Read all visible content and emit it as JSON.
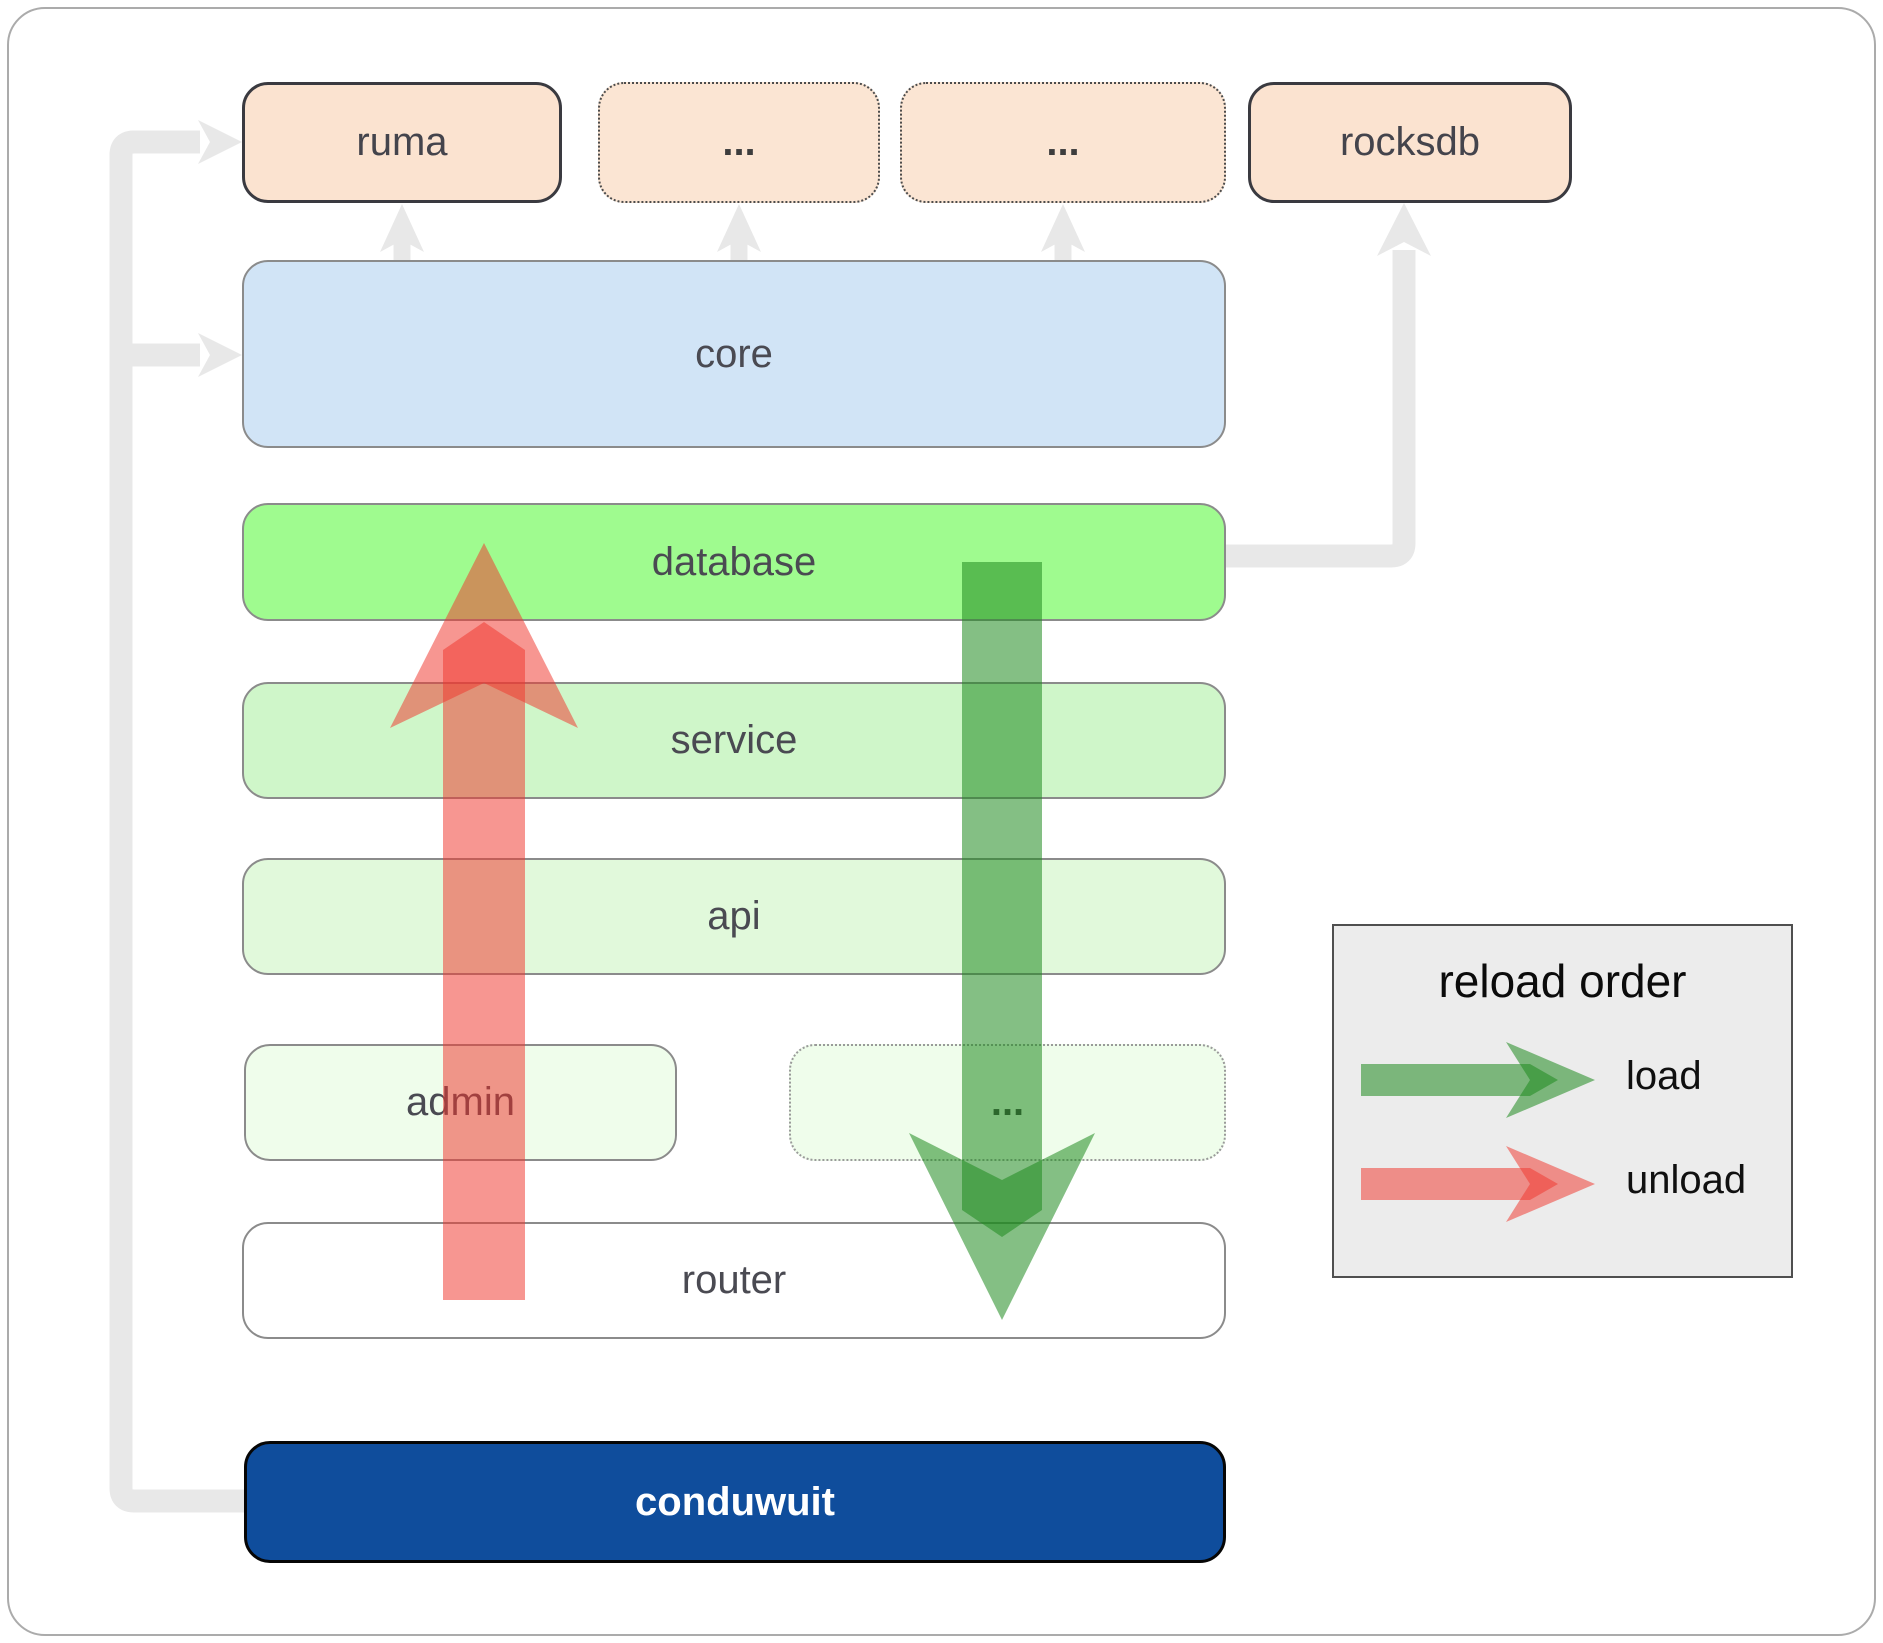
{
  "diagram": {
    "boxes": {
      "ruma": "ruma",
      "dots_top_1": "...",
      "dots_top_2": "...",
      "rocksdb": "rocksdb",
      "core": "core",
      "database": "database",
      "service": "service",
      "api": "api",
      "admin": "admin",
      "dots_admin_row": "...",
      "router": "router",
      "conduwuit": "conduwuit"
    }
  },
  "legend": {
    "title": "reload order",
    "load_label": "load",
    "unload_label": "unload"
  },
  "colors": {
    "load_arrow_green": "#1f8b1f",
    "unload_arrow_red": "#f0392f",
    "connector_gray": "#e8e8e8",
    "top_box_fill": "#fbe3d0",
    "core_fill": "#d1e4f6",
    "database_fill": "#9ffb8f",
    "service_fill": "#cff6c9",
    "api_fill": "#e1f9db",
    "admin_fill": "#effdeb",
    "router_fill": "#ffffff",
    "conduwuit_fill": "#0f4d9c",
    "legend_bg": "#ececec"
  }
}
